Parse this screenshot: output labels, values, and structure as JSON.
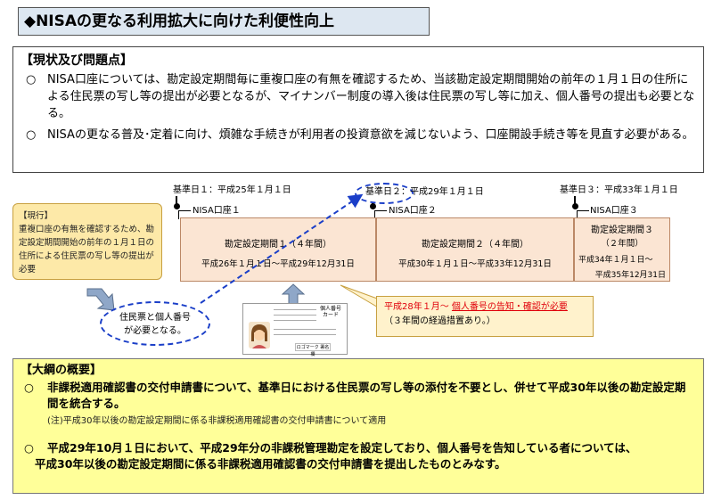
{
  "title": "◆NISAの更なる利用拡大に向けた利便性向上",
  "status": {
    "heading": "【現状及び問題点】",
    "items": [
      {
        "mark": "○",
        "text": "NISA口座については、勘定設定期間毎に重複口座の有無を確認するため、当該勘定設定期間開始の前年の１月１日の住所による住民票の写し等の提出が必要となるが、マイナンバー制度の導入後は住民票の写し等に加え、個人番号の提出も必要となる。"
      },
      {
        "mark": "○",
        "text": "NISAの更なる普及･定着に向け、煩雑な手続きが利用者の投資意欲を減じないよう、口座開設手続き等を見直す必要がある。"
      }
    ]
  },
  "timeline": {
    "base_dates": [
      {
        "label": "基準日１：平成25年１月１日"
      },
      {
        "label_a": "基準日２",
        "label_b": "：平成29年１月１日"
      },
      {
        "label": "基準日３：平成33年１月１日"
      }
    ],
    "accounts": [
      "NISA口座１",
      "NISA口座２",
      "NISA口座３"
    ],
    "periods": [
      {
        "title": "勘定設定期間１（４年間）",
        "range": "平成26年１月１日～平成29年12月31日"
      },
      {
        "title": "勘定設定期間２（４年間）",
        "range": "平成30年１月１日～平成33年12月31日"
      },
      {
        "title": "勘定設定期間３",
        "sub": "（２年間）",
        "range": "平成34年１月１日～",
        "range2": "平成35年12月31日"
      }
    ],
    "current": {
      "head": "【現行】",
      "text": "重複口座の有無を確認するため、勘定設定期間開始の前年の１月１日の住所による住民票の写し等の提出が必要"
    },
    "ellipse_text": [
      "住民票と個人番号",
      "が必要となる。"
    ],
    "callout": {
      "line1_prefix": "平成28年１月～",
      "line1_underlined": "個人番号の告知・確認が必要",
      "line2": "（３年間の経過措置あり。）"
    },
    "card": {
      "title_l1": "個人番号",
      "title_l2": "カード",
      "stamp": "ロゴマーク 署名欄"
    }
  },
  "outline": {
    "heading": "【大綱の概要】",
    "items": [
      {
        "mark": "○",
        "text": "非課税適用確認書の交付申請書について、基準日における住民票の写し等の添付を不要とし、併せて平成30年以後の勘定設定期間を統合する。"
      },
      {
        "mark": "○",
        "text_a": "平成29年10月１日において、平成29年分の非課税管理勘定を設定しており、個人番号を告知している者については、",
        "text_b": "平成30年以後の勘定設定期間に係る非課税適用確認書の交付申請書を提出したものとみなす。"
      }
    ],
    "note": "(注)平成30年以後の勘定設定期間に係る非課税適用確認書の交付申請書について適用"
  },
  "colors": {
    "title_bg": "#dde7f1",
    "period_bg": "#fbe5d3",
    "current_bg": "#fde9a8",
    "callout_bg": "#fff2cc",
    "outline_bg": "#ffff99",
    "dashed_blue": "#1a3ec8",
    "red_text": "#e0000a",
    "arrow_fill": "#8fa7c8"
  }
}
